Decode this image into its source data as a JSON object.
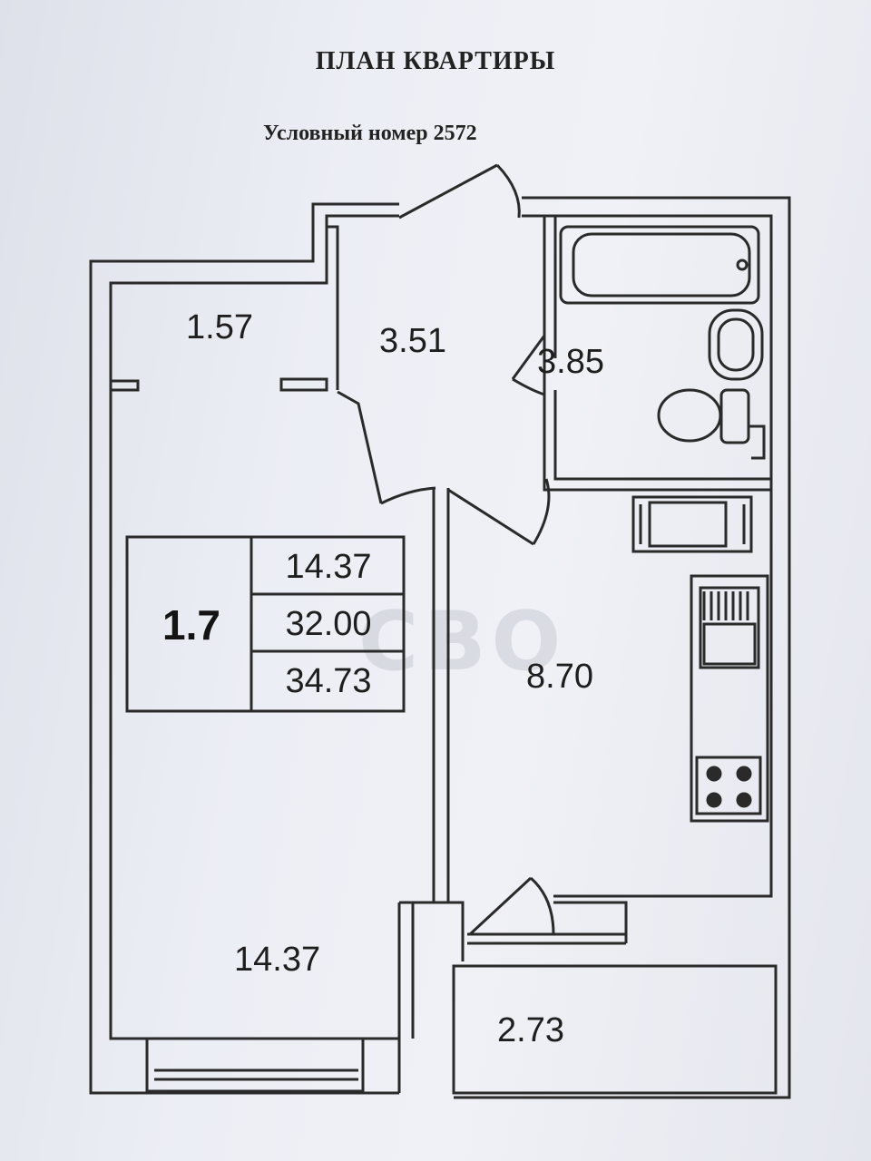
{
  "header": {
    "title": "ПЛАН КВАРТИРЫ",
    "subtitle": "Условный номер 2572"
  },
  "rooms": [
    {
      "id": "wardrobe",
      "area": "1.57"
    },
    {
      "id": "hallway",
      "area": "3.51"
    },
    {
      "id": "bathroom",
      "area": "3.85"
    },
    {
      "id": "kitchen",
      "area": "8.70"
    },
    {
      "id": "living-room",
      "area": "14.37"
    },
    {
      "id": "balcony",
      "area": "2.73"
    }
  ],
  "info_box": {
    "apartment_code": "1.7",
    "living_area": "14.37",
    "total_area": "32.00",
    "area_with_balcony": "34.73"
  },
  "watermark": {
    "text": "СВО"
  },
  "colors": {
    "line": "#2a2a2a",
    "paper": "#eceef5"
  }
}
